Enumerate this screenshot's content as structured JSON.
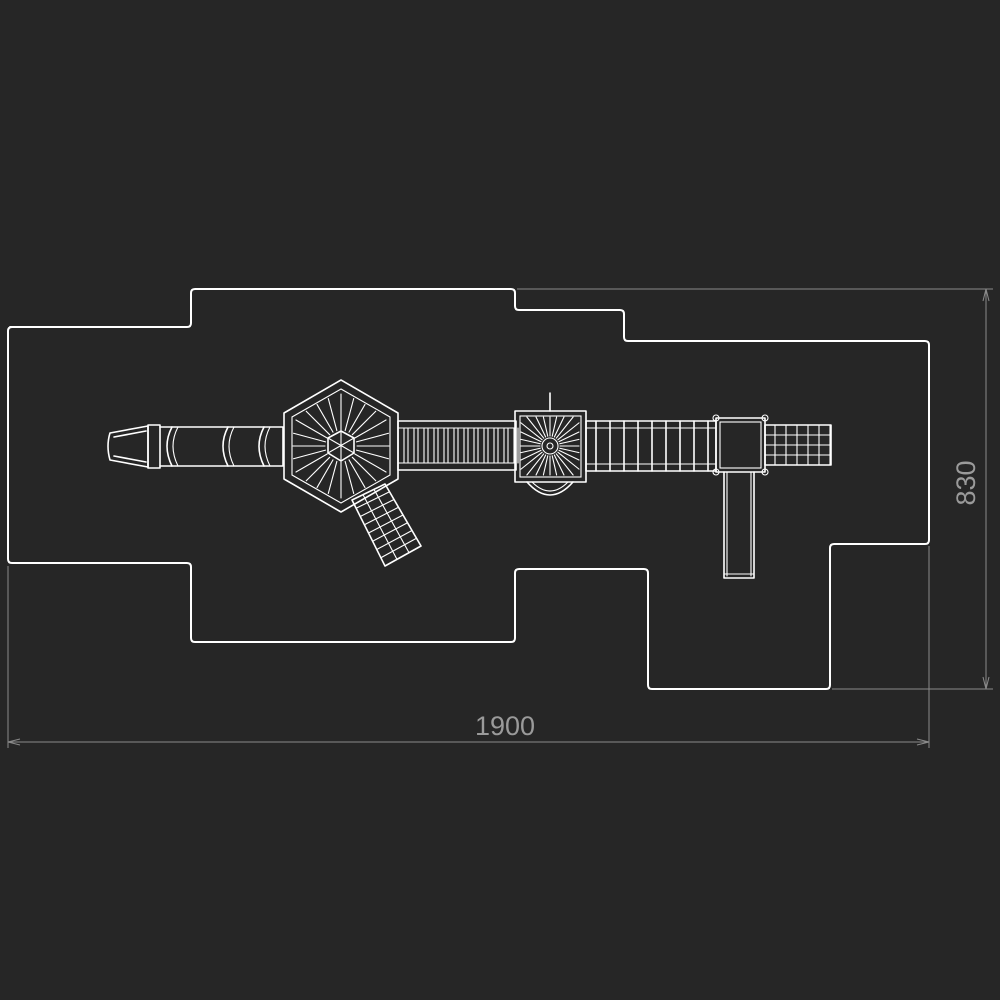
{
  "dimensions": {
    "width_label": "1900",
    "height_label": "830"
  },
  "colors": {
    "background": "#262626",
    "lines": "#ffffff",
    "dimension_lines": "#8a8a8a",
    "dimension_text": "#9a9a9a"
  },
  "components": [
    "safety-zone-outline",
    "tube-slide",
    "hexagonal-tower",
    "climbing-net",
    "bridge-1",
    "square-tower",
    "bridge-2",
    "platform",
    "straight-slide",
    "net-end"
  ]
}
